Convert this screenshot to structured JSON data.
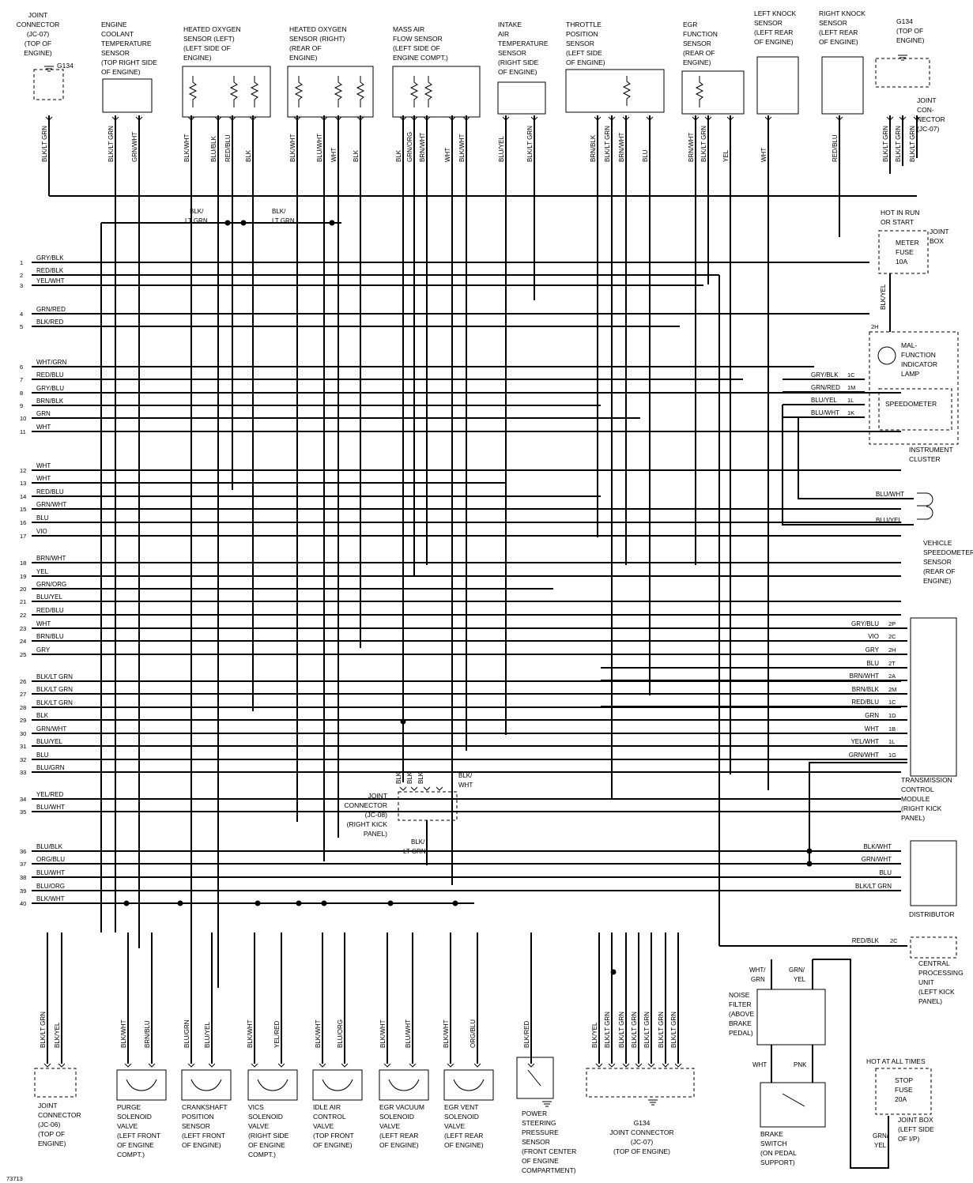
{
  "components": {
    "jc07_top": "JOINT|CONNECTOR|(JC-07)|(TOP OF|ENGINE)",
    "g134_top": "G134",
    "ect_sensor": "ENGINE|COOLANT|TEMPERATURE|SENSOR|(TOP RIGHT SIDE|OF ENGINE)",
    "ho2s_left": "HEATED OXYGEN|SENSOR (LEFT)|(LEFT SIDE OF|ENGINE)",
    "ho2s_right": "HEATED OXYGEN|SENSOR (RIGHT)|(REAR OF|ENGINE)",
    "maf_sensor": "MASS AIR|FLOW SENSOR|(LEFT SIDE OF|ENGINE COMPT.)",
    "iat_sensor": "INTAKE|AIR|TEMPERATURE|SENSOR|(RIGHT SIDE|OF ENGINE)",
    "tp_sensor": "THROTTLE|POSITION|SENSOR|(LEFT SIDE|OF ENGINE)",
    "egr_function": "EGR|FUNCTION|SENSOR|(REAR OF|ENGINE)",
    "left_knock": "LEFT KNOCK|SENSOR|(LEFT REAR|OF ENGINE)",
    "right_knock": "RIGHT KNOCK|SENSOR|(LEFT REAR|OF ENGINE)",
    "g134_right": "G134|(TOP OF|ENGINE)",
    "jc07_right": "JOINT|CON-|NECTOR|(JC-07)",
    "hot_run": "HOT IN RUN|OR START",
    "joint_box": "JOINT|BOX",
    "meter_fuse": "METER|FUSE|10A",
    "mil": "MAL-|FUNCTION|INDICATOR|LAMP",
    "speedometer": "SPEEDOMETER",
    "instrument_cluster": "INSTRUMENT|CLUSTER",
    "vss": "VEHICLE|SPEEDOMETER|SENSOR|(REAR OF|ENGINE)",
    "tcm": "TRANSMISSION|CONTROL|MODULE|(RIGHT KICK|PANEL)",
    "distributor": "DISTRIBUTOR",
    "cpu": "CENTRAL|PROCESSING|UNIT|(LEFT KICK|PANEL)",
    "jc08": "JOINT|CONNECTOR|(JC-08)|(RIGHT KICK|PANEL)",
    "noise_filter": "NOISE|FILTER|(ABOVE|BRAKE|PEDAL)",
    "brake_switch": "BRAKE|SWITCH|(ON PEDAL|SUPPORT)",
    "hot_all": "HOT AT ALL TIMES",
    "stop_fuse": "STOP|FUSE|20A",
    "joint_box_ip": "JOINT BOX|(LEFT SIDE|OF I/P)",
    "jc06": "JOINT|CONNECTOR|(JC-06)|(TOP OF|ENGINE)",
    "purge": "PURGE|SOLENOID|VALVE|(LEFT FRONT|OF ENGINE|COMPT.)",
    "ckp": "CRANKSHAFT|POSITION|SENSOR|(LEFT FRONT|OF ENGINE)",
    "vics": "VICS|SOLENOID|VALVE|(RIGHT SIDE|OF ENGINE|COMPT.)",
    "iac": "IDLE AIR|CONTROL|VALVE|(TOP FRONT|OF ENGINE)",
    "egr_vac": "EGR VACUUM|SOLENOID|VALVE|(LEFT REAR|OF ENGINE)",
    "egr_vent": "EGR VENT|SOLENOID|VALVE|(LEFT REAR|OF ENGINE)",
    "ps_sensor": "POWER|STEERING|PRESSURE|SENSOR|(FRONT CENTER|OF ENGINE|COMPARTMENT)",
    "g134_bottom": "G134|JOINT CONNECTOR|(JC-07)|(TOP OF ENGINE)"
  },
  "pcm_pins": [
    {
      "n": "1",
      "c": "GRY/BLK"
    },
    {
      "n": "2",
      "c": "RED/BLK"
    },
    {
      "n": "3",
      "c": "YEL/WHT"
    },
    {
      "n": "4",
      "c": "GRN/RED"
    },
    {
      "n": "5",
      "c": "BLK/RED"
    },
    {
      "n": "6",
      "c": "WHT/GRN"
    },
    {
      "n": "7",
      "c": "RED/BLU"
    },
    {
      "n": "8",
      "c": "GRY/BLU"
    },
    {
      "n": "9",
      "c": "BRN/BLK"
    },
    {
      "n": "10",
      "c": "GRN"
    },
    {
      "n": "11",
      "c": "WHT"
    },
    {
      "n": "12",
      "c": "WHT"
    },
    {
      "n": "13",
      "c": "WHT"
    },
    {
      "n": "14",
      "c": "RED/BLU"
    },
    {
      "n": "15",
      "c": "GRN/WHT"
    },
    {
      "n": "16",
      "c": "BLU"
    },
    {
      "n": "17",
      "c": "VIO"
    },
    {
      "n": "18",
      "c": "BRN/WHT"
    },
    {
      "n": "19",
      "c": "YEL"
    },
    {
      "n": "20",
      "c": "GRN/ORG"
    },
    {
      "n": "21",
      "c": "BLU/YEL"
    },
    {
      "n": "22",
      "c": "RED/BLU"
    },
    {
      "n": "23",
      "c": "WHT"
    },
    {
      "n": "24",
      "c": "BRN/BLU"
    },
    {
      "n": "25",
      "c": "GRY"
    },
    {
      "n": "26",
      "c": "BLK/LT GRN"
    },
    {
      "n": "27",
      "c": "BLK/LT GRN"
    },
    {
      "n": "28",
      "c": "BLK/LT GRN"
    },
    {
      "n": "29",
      "c": "BLK"
    },
    {
      "n": "30",
      "c": "GRN/WHT"
    },
    {
      "n": "31",
      "c": "BLU/YEL"
    },
    {
      "n": "32",
      "c": "BLU"
    },
    {
      "n": "33",
      "c": "BLU/GRN"
    },
    {
      "n": "34",
      "c": "YEL/RED"
    },
    {
      "n": "35",
      "c": "BLU/WHT"
    },
    {
      "n": "36",
      "c": "BLU/BLK"
    },
    {
      "n": "37",
      "c": "ORG/BLU"
    },
    {
      "n": "38",
      "c": "BLU/WHT"
    },
    {
      "n": "39",
      "c": "BLU/ORG"
    },
    {
      "n": "40",
      "c": "BLK/WHT"
    }
  ],
  "top_wires": [
    "BLK/LT GRN",
    "BLK/LT GRN",
    "GRN/WHT",
    "BLK/WHT",
    "BLU/BLK",
    "RED/BLU",
    "BLK",
    "BLK/WHT",
    "BLU/WHT",
    "WHT",
    "BLK",
    "BLK",
    "GRN/ORG",
    "BRN/WHT",
    "WHT",
    "BLK/WHT",
    "BLU/YEL",
    "BLK/LT GRN",
    "BRN/BLK",
    "BLK/LT GRN",
    "BRN/WHT",
    "BLU",
    "BRN/WHT",
    "BLK/LT GRN",
    "YEL",
    "WHT",
    "RED/|BLU",
    "BLK/LT GRN",
    "BLK/LT GRN",
    "BLK/LT GRN"
  ],
  "splice_labels": [
    "BLK/|LT GRN",
    "BLK/|LT GRN"
  ],
  "cluster_pins": [
    {
      "c": "GRY/BLK",
      "p": "1C"
    },
    {
      "c": "GRN/RED",
      "p": "1M"
    },
    {
      "c": "BLU/YEL",
      "p": "1L"
    },
    {
      "c": "BLU/WHT",
      "p": "1K"
    }
  ],
  "mil_pin": "2H",
  "fuse_wire": "BLK/YEL",
  "vss_pins": [
    "BLU/WHT",
    "BLU/YEL"
  ],
  "tcm_pins": [
    {
      "c": "GRY/BLU",
      "p": "2P"
    },
    {
      "c": "VIO",
      "p": "2C"
    },
    {
      "c": "GRY",
      "p": "2H"
    },
    {
      "c": "BLU",
      "p": "2T"
    },
    {
      "c": "BRN/WHT",
      "p": "2A"
    },
    {
      "c": "BRN/BLK",
      "p": "2M"
    },
    {
      "c": "RED/BLU",
      "p": "1C"
    },
    {
      "c": "GRN",
      "p": "1D"
    },
    {
      "c": "WHT",
      "p": "1B"
    },
    {
      "c": "YEL/WHT",
      "p": "1L"
    },
    {
      "c": "GRN/WHT",
      "p": "1G"
    }
  ],
  "dist_pins": [
    "BLK/WHT",
    "GRN/WHT",
    "BLU",
    "BLK/LT GRN"
  ],
  "cpu_pin": {
    "c": "RED/BLK",
    "p": "2C"
  },
  "jc08_wires": [
    "BLK",
    "BLK",
    "BLK"
  ],
  "jc08_side": "BLK/|WHT",
  "jc08_out": "BLK/|LT GRN",
  "nf_wires": [
    "WHT/|GRN",
    "GRN/|YEL"
  ],
  "bs_wires": [
    "WHT",
    "PNK"
  ],
  "stop_wire": "GRN/|YEL",
  "bottom_wires": [
    "BLK/LT GRN",
    "BLK/YEL",
    "BLK/WHT",
    "BRN/BLU",
    "BLU/GRN",
    "BLU/YEL",
    "BLK/WHT",
    "YEL/RED",
    "BLK/WHT",
    "BLU/ORG",
    "BLK/WHT",
    "BLU/WHT",
    "BLK/WHT",
    "ORG/BLU",
    "BLK/RED",
    "BLK/YEL",
    "BLK/LT GRN",
    "BLK/LT GRN",
    "BLK/LT GRN",
    "BLK/LT GRN",
    "BLK/LT GRN",
    "BLK/LT GRN"
  ],
  "figure_code": "73713"
}
